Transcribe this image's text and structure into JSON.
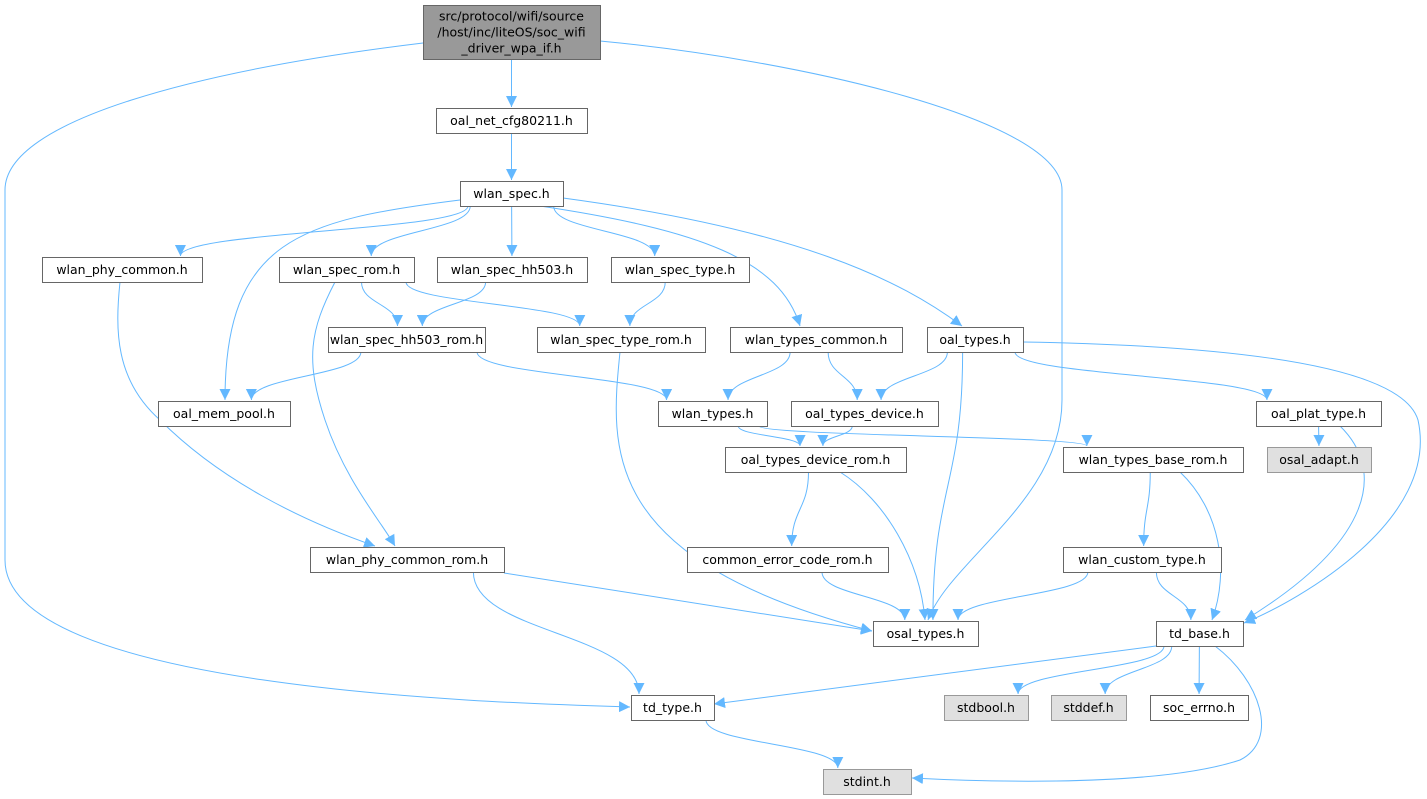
{
  "graph": {
    "title": "Include dependency graph",
    "colors": {
      "edge": "#63b8ff",
      "root_fill": "#999999",
      "external_fill": "#e0e0e0",
      "node_fill": "#ffffff"
    },
    "nodes": [
      {
        "id": "root",
        "lines": [
          "src/protocol/wifi/source",
          "/host/inc/liteOS/soc_wifi",
          "_driver_wpa_if.h"
        ],
        "kind": "root"
      },
      {
        "id": "oal_net_cfg80211",
        "lines": [
          "oal_net_cfg80211.h"
        ]
      },
      {
        "id": "wlan_spec",
        "lines": [
          "wlan_spec.h"
        ]
      },
      {
        "id": "wlan_phy_common",
        "lines": [
          "wlan_phy_common.h"
        ]
      },
      {
        "id": "wlan_spec_rom",
        "lines": [
          "wlan_spec_rom.h"
        ]
      },
      {
        "id": "wlan_spec_hh503",
        "lines": [
          "wlan_spec_hh503.h"
        ]
      },
      {
        "id": "wlan_spec_type",
        "lines": [
          "wlan_spec_type.h"
        ]
      },
      {
        "id": "wlan_spec_hh503_rom",
        "lines": [
          "wlan_spec_hh503_rom.h"
        ]
      },
      {
        "id": "wlan_spec_type_rom",
        "lines": [
          "wlan_spec_type_rom.h"
        ]
      },
      {
        "id": "wlan_types_common",
        "lines": [
          "wlan_types_common.h"
        ]
      },
      {
        "id": "oal_types",
        "lines": [
          "oal_types.h"
        ]
      },
      {
        "id": "oal_mem_pool",
        "lines": [
          "oal_mem_pool.h"
        ]
      },
      {
        "id": "wlan_types",
        "lines": [
          "wlan_types.h"
        ]
      },
      {
        "id": "oal_types_device",
        "lines": [
          "oal_types_device.h"
        ]
      },
      {
        "id": "oal_plat_type",
        "lines": [
          "oal_plat_type.h"
        ]
      },
      {
        "id": "oal_types_device_rom",
        "lines": [
          "oal_types_device_rom.h"
        ]
      },
      {
        "id": "wlan_types_base_rom",
        "lines": [
          "wlan_types_base_rom.h"
        ]
      },
      {
        "id": "osal_adapt",
        "lines": [
          "osal_adapt.h"
        ],
        "kind": "ext"
      },
      {
        "id": "common_error_code_rom",
        "lines": [
          "common_error_code_rom.h"
        ]
      },
      {
        "id": "wlan_phy_common_rom",
        "lines": [
          "wlan_phy_common_rom.h"
        ]
      },
      {
        "id": "wlan_custom_type",
        "lines": [
          "wlan_custom_type.h"
        ]
      },
      {
        "id": "osal_types",
        "lines": [
          "osal_types.h"
        ]
      },
      {
        "id": "td_base",
        "lines": [
          "td_base.h"
        ]
      },
      {
        "id": "td_type",
        "lines": [
          "td_type.h"
        ]
      },
      {
        "id": "stdbool",
        "lines": [
          "stdbool.h"
        ],
        "kind": "ext"
      },
      {
        "id": "stddef",
        "lines": [
          "stddef.h"
        ],
        "kind": "ext"
      },
      {
        "id": "soc_errno",
        "lines": [
          "soc_errno.h"
        ]
      },
      {
        "id": "stdint",
        "lines": [
          "stdint.h"
        ],
        "kind": "ext"
      }
    ],
    "edges": [
      [
        "root",
        "oal_net_cfg80211"
      ],
      [
        "root",
        "td_type"
      ],
      [
        "root",
        "osal_types"
      ],
      [
        "oal_net_cfg80211",
        "wlan_spec"
      ],
      [
        "wlan_spec",
        "wlan_phy_common"
      ],
      [
        "wlan_spec",
        "oal_mem_pool"
      ],
      [
        "wlan_spec",
        "wlan_spec_rom"
      ],
      [
        "wlan_spec",
        "wlan_spec_hh503"
      ],
      [
        "wlan_spec",
        "wlan_spec_type"
      ],
      [
        "wlan_spec",
        "wlan_types_common"
      ],
      [
        "wlan_spec",
        "oal_types"
      ],
      [
        "wlan_phy_common",
        "wlan_phy_common_rom"
      ],
      [
        "wlan_spec_rom",
        "wlan_spec_hh503_rom"
      ],
      [
        "wlan_spec_rom",
        "wlan_spec_type_rom"
      ],
      [
        "wlan_spec_rom",
        "wlan_phy_common_rom"
      ],
      [
        "wlan_spec_hh503",
        "wlan_spec_hh503_rom"
      ],
      [
        "wlan_spec_type",
        "wlan_spec_type_rom"
      ],
      [
        "wlan_spec_hh503_rom",
        "oal_mem_pool"
      ],
      [
        "wlan_spec_hh503_rom",
        "wlan_types"
      ],
      [
        "wlan_spec_type_rom",
        "osal_types"
      ],
      [
        "wlan_types_common",
        "wlan_types"
      ],
      [
        "wlan_types_common",
        "oal_types_device"
      ],
      [
        "oal_types",
        "oal_types_device"
      ],
      [
        "oal_types",
        "osal_types"
      ],
      [
        "oal_types",
        "oal_plat_type"
      ],
      [
        "oal_types",
        "td_base"
      ],
      [
        "wlan_types",
        "oal_types_device_rom"
      ],
      [
        "wlan_types",
        "wlan_types_base_rom"
      ],
      [
        "oal_types_device",
        "oal_types_device_rom"
      ],
      [
        "oal_plat_type",
        "osal_adapt"
      ],
      [
        "oal_plat_type",
        "td_base"
      ],
      [
        "oal_types_device_rom",
        "common_error_code_rom"
      ],
      [
        "oal_types_device_rom",
        "osal_types"
      ],
      [
        "wlan_types_base_rom",
        "wlan_custom_type"
      ],
      [
        "wlan_types_base_rom",
        "td_base"
      ],
      [
        "common_error_code_rom",
        "osal_types"
      ],
      [
        "wlan_phy_common_rom",
        "osal_types"
      ],
      [
        "wlan_phy_common_rom",
        "td_type"
      ],
      [
        "wlan_custom_type",
        "osal_types"
      ],
      [
        "wlan_custom_type",
        "td_base"
      ],
      [
        "td_base",
        "td_type"
      ],
      [
        "td_base",
        "stdbool"
      ],
      [
        "td_base",
        "stddef"
      ],
      [
        "td_base",
        "soc_errno"
      ],
      [
        "td_base",
        "stdint"
      ],
      [
        "td_type",
        "stdint"
      ]
    ]
  }
}
